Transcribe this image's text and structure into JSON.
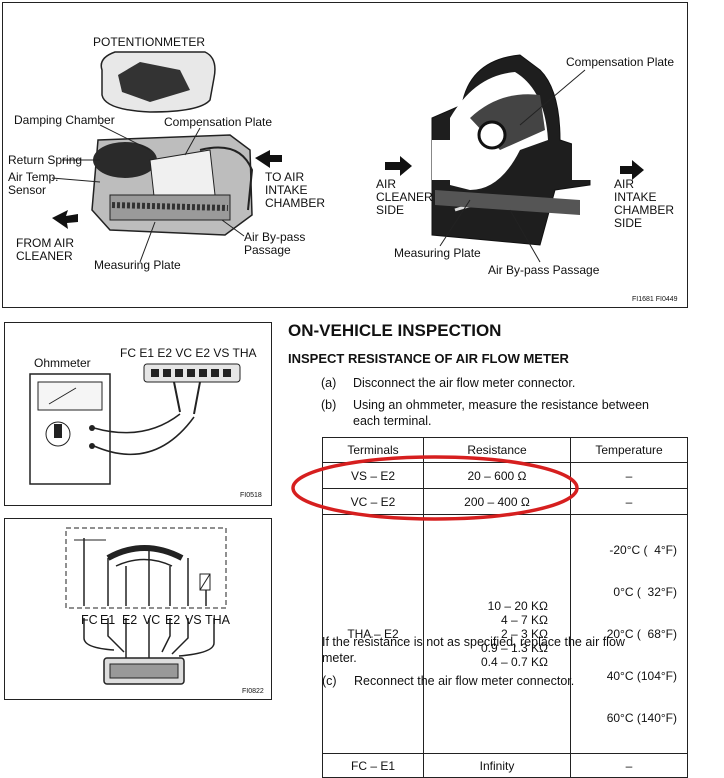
{
  "top_left_diagram": {
    "potentiometer": "POTENTIONMETER",
    "damping_chamber": "Damping Chamber",
    "compensation_plate": "Compensation Plate",
    "return_spring": "Return Spring",
    "air_temp_sensor": "Air Temp.\nSensor",
    "to_air_intake": "TO AIR\nINTAKE\nCHAMBER",
    "from_air_cleaner": "FROM AIR\nCLEANER",
    "measuring_plate": "Measuring Plate",
    "air_bypass": "Air By-pass\nPassage"
  },
  "top_right_diagram": {
    "compensation_plate": "Compensation Plate",
    "air_cleaner_side": "AIR\nCLEANER\nSIDE",
    "air_intake_side": "AIR\nINTAKE\nCHAMBER\nSIDE",
    "measuring_plate": "Measuring Plate",
    "air_bypass": "Air By-pass Passage",
    "fig_code": "FI1681 FI0449"
  },
  "ohm_diagram": {
    "ohmmeter": "Ohmmeter",
    "pins": "FC E1 E2 VC E2 VS THA",
    "fig_code": "FI0518"
  },
  "circuit_diagram": {
    "pins": [
      "FC",
      "E1",
      "E2",
      "VC",
      "E2",
      "VS",
      "THA"
    ],
    "fig_code": "FI0822"
  },
  "section": {
    "title": "ON-VEHICLE INSPECTION",
    "subtitle": "INSPECT RESISTANCE OF AIR FLOW METER",
    "step_a_key": "(a)",
    "step_a": "Disconnect the air flow meter connector.",
    "step_b_key": "(b)",
    "step_b": "Using an ohmmeter, measure the resistance between\neach terminal.",
    "step_c_key": "(c)",
    "step_c": "Reconnect the air flow meter connector.",
    "note": "If the resistance is not as specified, replace the air flow\nmeter."
  },
  "table": {
    "headers": [
      "Terminals",
      "Resistance",
      "Temperature"
    ],
    "rows": [
      {
        "terminals": "VS – E2",
        "resistance": "20 – 600 Ω",
        "temperature": "–"
      },
      {
        "terminals": "VC – E2",
        "resistance": "200 – 400 Ω",
        "temperature": "–"
      },
      {
        "terminals": "THA – E2",
        "resistance": [
          "10 – 20 KΩ",
          "4 – 7 KΩ",
          "2 – 3 KΩ",
          "0.9 – 1.3 KΩ",
          "0.4 – 0.7 KΩ"
        ],
        "temperature": [
          "-20°C (  4°F)",
          "0°C (  32°F)",
          "20°C (  68°F)",
          "40°C (104°F)",
          "60°C (140°F)"
        ]
      },
      {
        "terminals": "FC – E1",
        "resistance": "Infinity",
        "temperature": "–"
      }
    ]
  },
  "colors": {
    "highlight": "#d61f1f"
  }
}
